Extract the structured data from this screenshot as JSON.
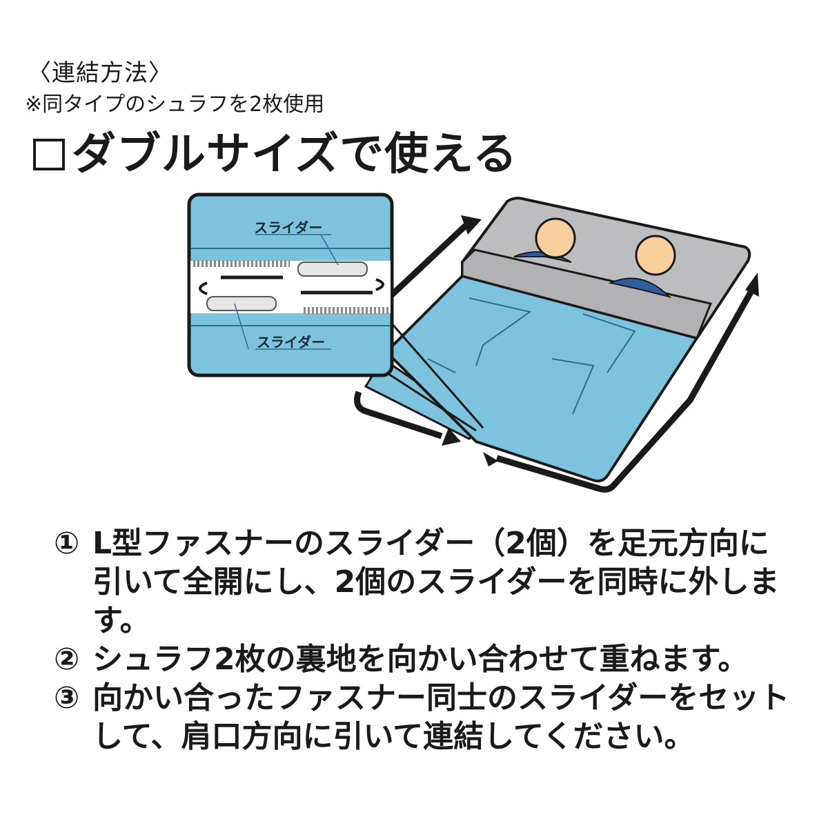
{
  "header": {
    "section_label": "〈連結方法〉",
    "note": "※同タイプのシュラフを2枚使用",
    "title": "ダブルサイズで使える"
  },
  "illustration": {
    "inset_label_top": "スライダー",
    "inset_label_bottom": "スライダー",
    "colors": {
      "bag_blue": "#7ec3de",
      "bag_edge": "#5aa9c9",
      "hood_gray": "#bdbcbf",
      "skin": "#f6cf9c",
      "shirt_blue": "#2f5f9e",
      "outline": "#1a1a1a"
    }
  },
  "steps": [
    {
      "number": "①",
      "text": "L型ファスナーのスライダー（2個）を足元方向に引いて全開にし、2個のスライダーを同時に外します。"
    },
    {
      "number": "②",
      "text": "シュラフ2枚の裏地を向かい合わせて重ねます。"
    },
    {
      "number": "③",
      "text": "向かい合ったファスナー同士のスライダーをセットして、肩口方向に引いて連結してください。"
    }
  ]
}
